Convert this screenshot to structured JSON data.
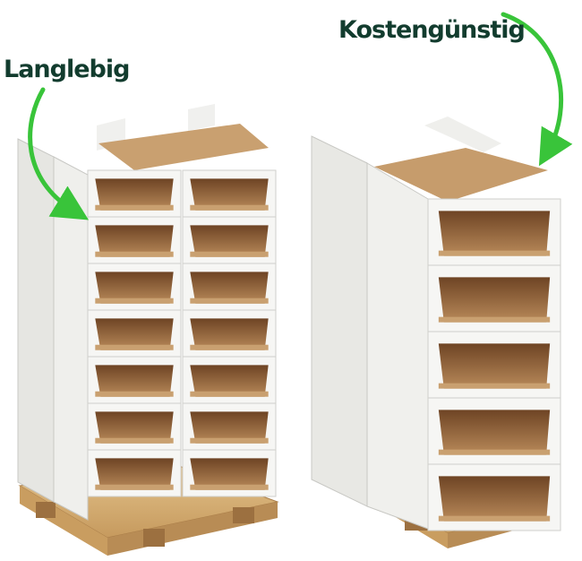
{
  "labels": {
    "left": "Langlebig",
    "right": "Kostengünstig"
  },
  "colors": {
    "label_text": "#123c2e",
    "arrow": "#39c43a",
    "board_white": "#f4f4f2",
    "board_shade": "#dcdcd8",
    "cardboard_inner": "#b98a5a",
    "cardboard_dark": "#8a5a30",
    "pallet_wood": "#d9b47a",
    "pallet_dark": "#b88c55"
  },
  "icons": {
    "left_arrow": "curved-arrow-icon",
    "right_arrow": "curved-arrow-icon"
  },
  "left_rack": {
    "columns": 2,
    "rows": 7
  },
  "right_rack": {
    "columns": 1,
    "rows": 5
  }
}
